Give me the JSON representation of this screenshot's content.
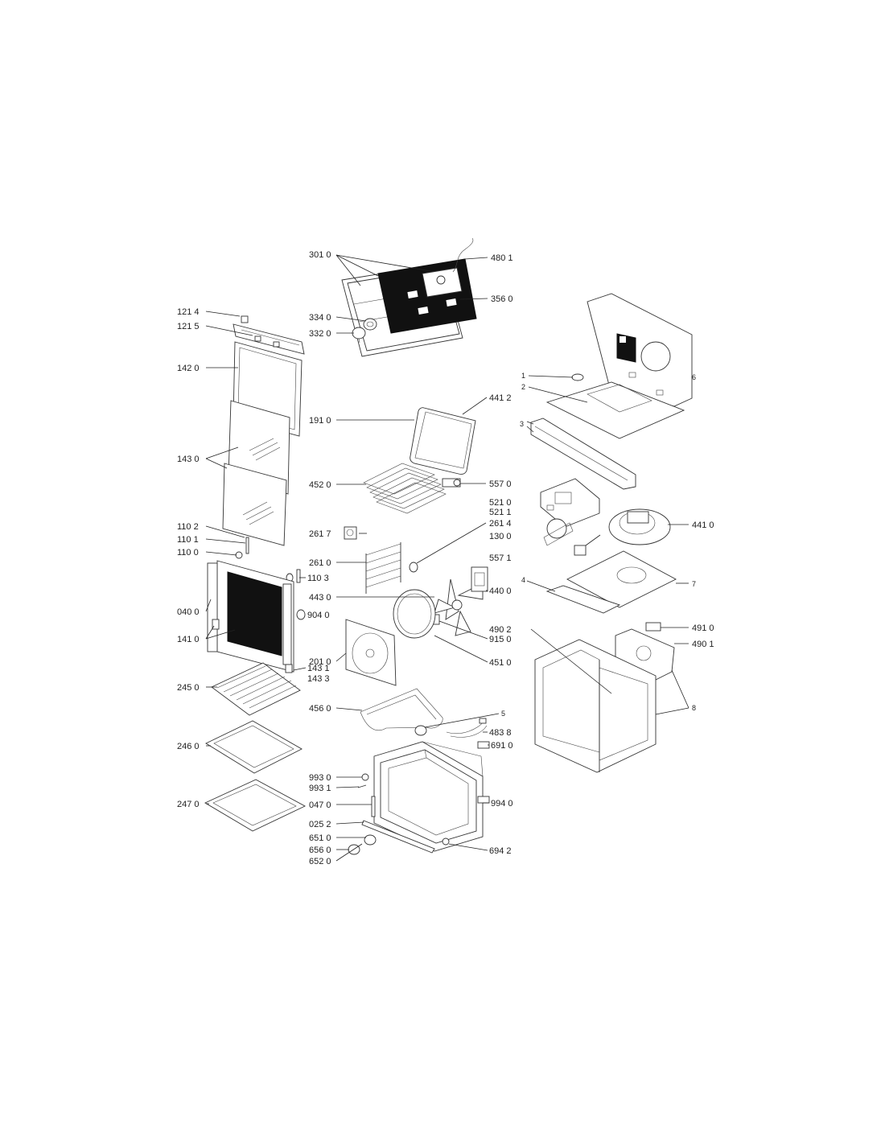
{
  "labels": {
    "l301_0": "301 0",
    "l480_1": "480 1",
    "l356_0": "356 0",
    "l334_0": "334 0",
    "l332_0": "332 0",
    "l121_4": "121 4",
    "l121_5": "121 5",
    "l142_0": "142 0",
    "l143_0": "143 0",
    "l110_2": "110 2",
    "l110_1": "110 1",
    "l110_0": "110 0",
    "l110_3": "110 3",
    "l040_0": "040 0",
    "l904_0": "904 0",
    "l141_0": "141 0",
    "l143_1": "143 1",
    "l143_3": "143 3",
    "l245_0": "245 0",
    "l246_0": "246 0",
    "l247_0": "247 0",
    "l191_0": "191 0",
    "l441_2": "441 2",
    "l452_0": "452 0",
    "l557_0": "557 0",
    "l521_0": "521 0",
    "l521_1": "521 1",
    "l261_4": "261 4",
    "l130_0": "130 0",
    "l261_7": "261 7",
    "l261_0": "261 0",
    "l443_0": "443 0",
    "l440_0": "440 0",
    "l557_1": "557 1",
    "l441_0": "441 0",
    "l201_0": "201 0",
    "l915_0": "915 0",
    "l451_0": "451 0",
    "l456_0": "456 0",
    "l5": "5",
    "l483_8": "483 8",
    "l691_0": "691 0",
    "l993_0": "993 0",
    "l993_1": "993 1",
    "l047_0": "047 0",
    "l025_2": "025 2",
    "l994_0": "994 0",
    "l651_0": "651 0",
    "l656_0": "656 0",
    "l652_0": "652 0",
    "l694_2": "694 2",
    "l1": "1",
    "l2": "2",
    "l3": "3",
    "l6": "6",
    "l4": "4",
    "l7": "7",
    "l490_2": "490 2",
    "l491_0": "491 0",
    "l490_1": "490 1",
    "l8": "8"
  }
}
